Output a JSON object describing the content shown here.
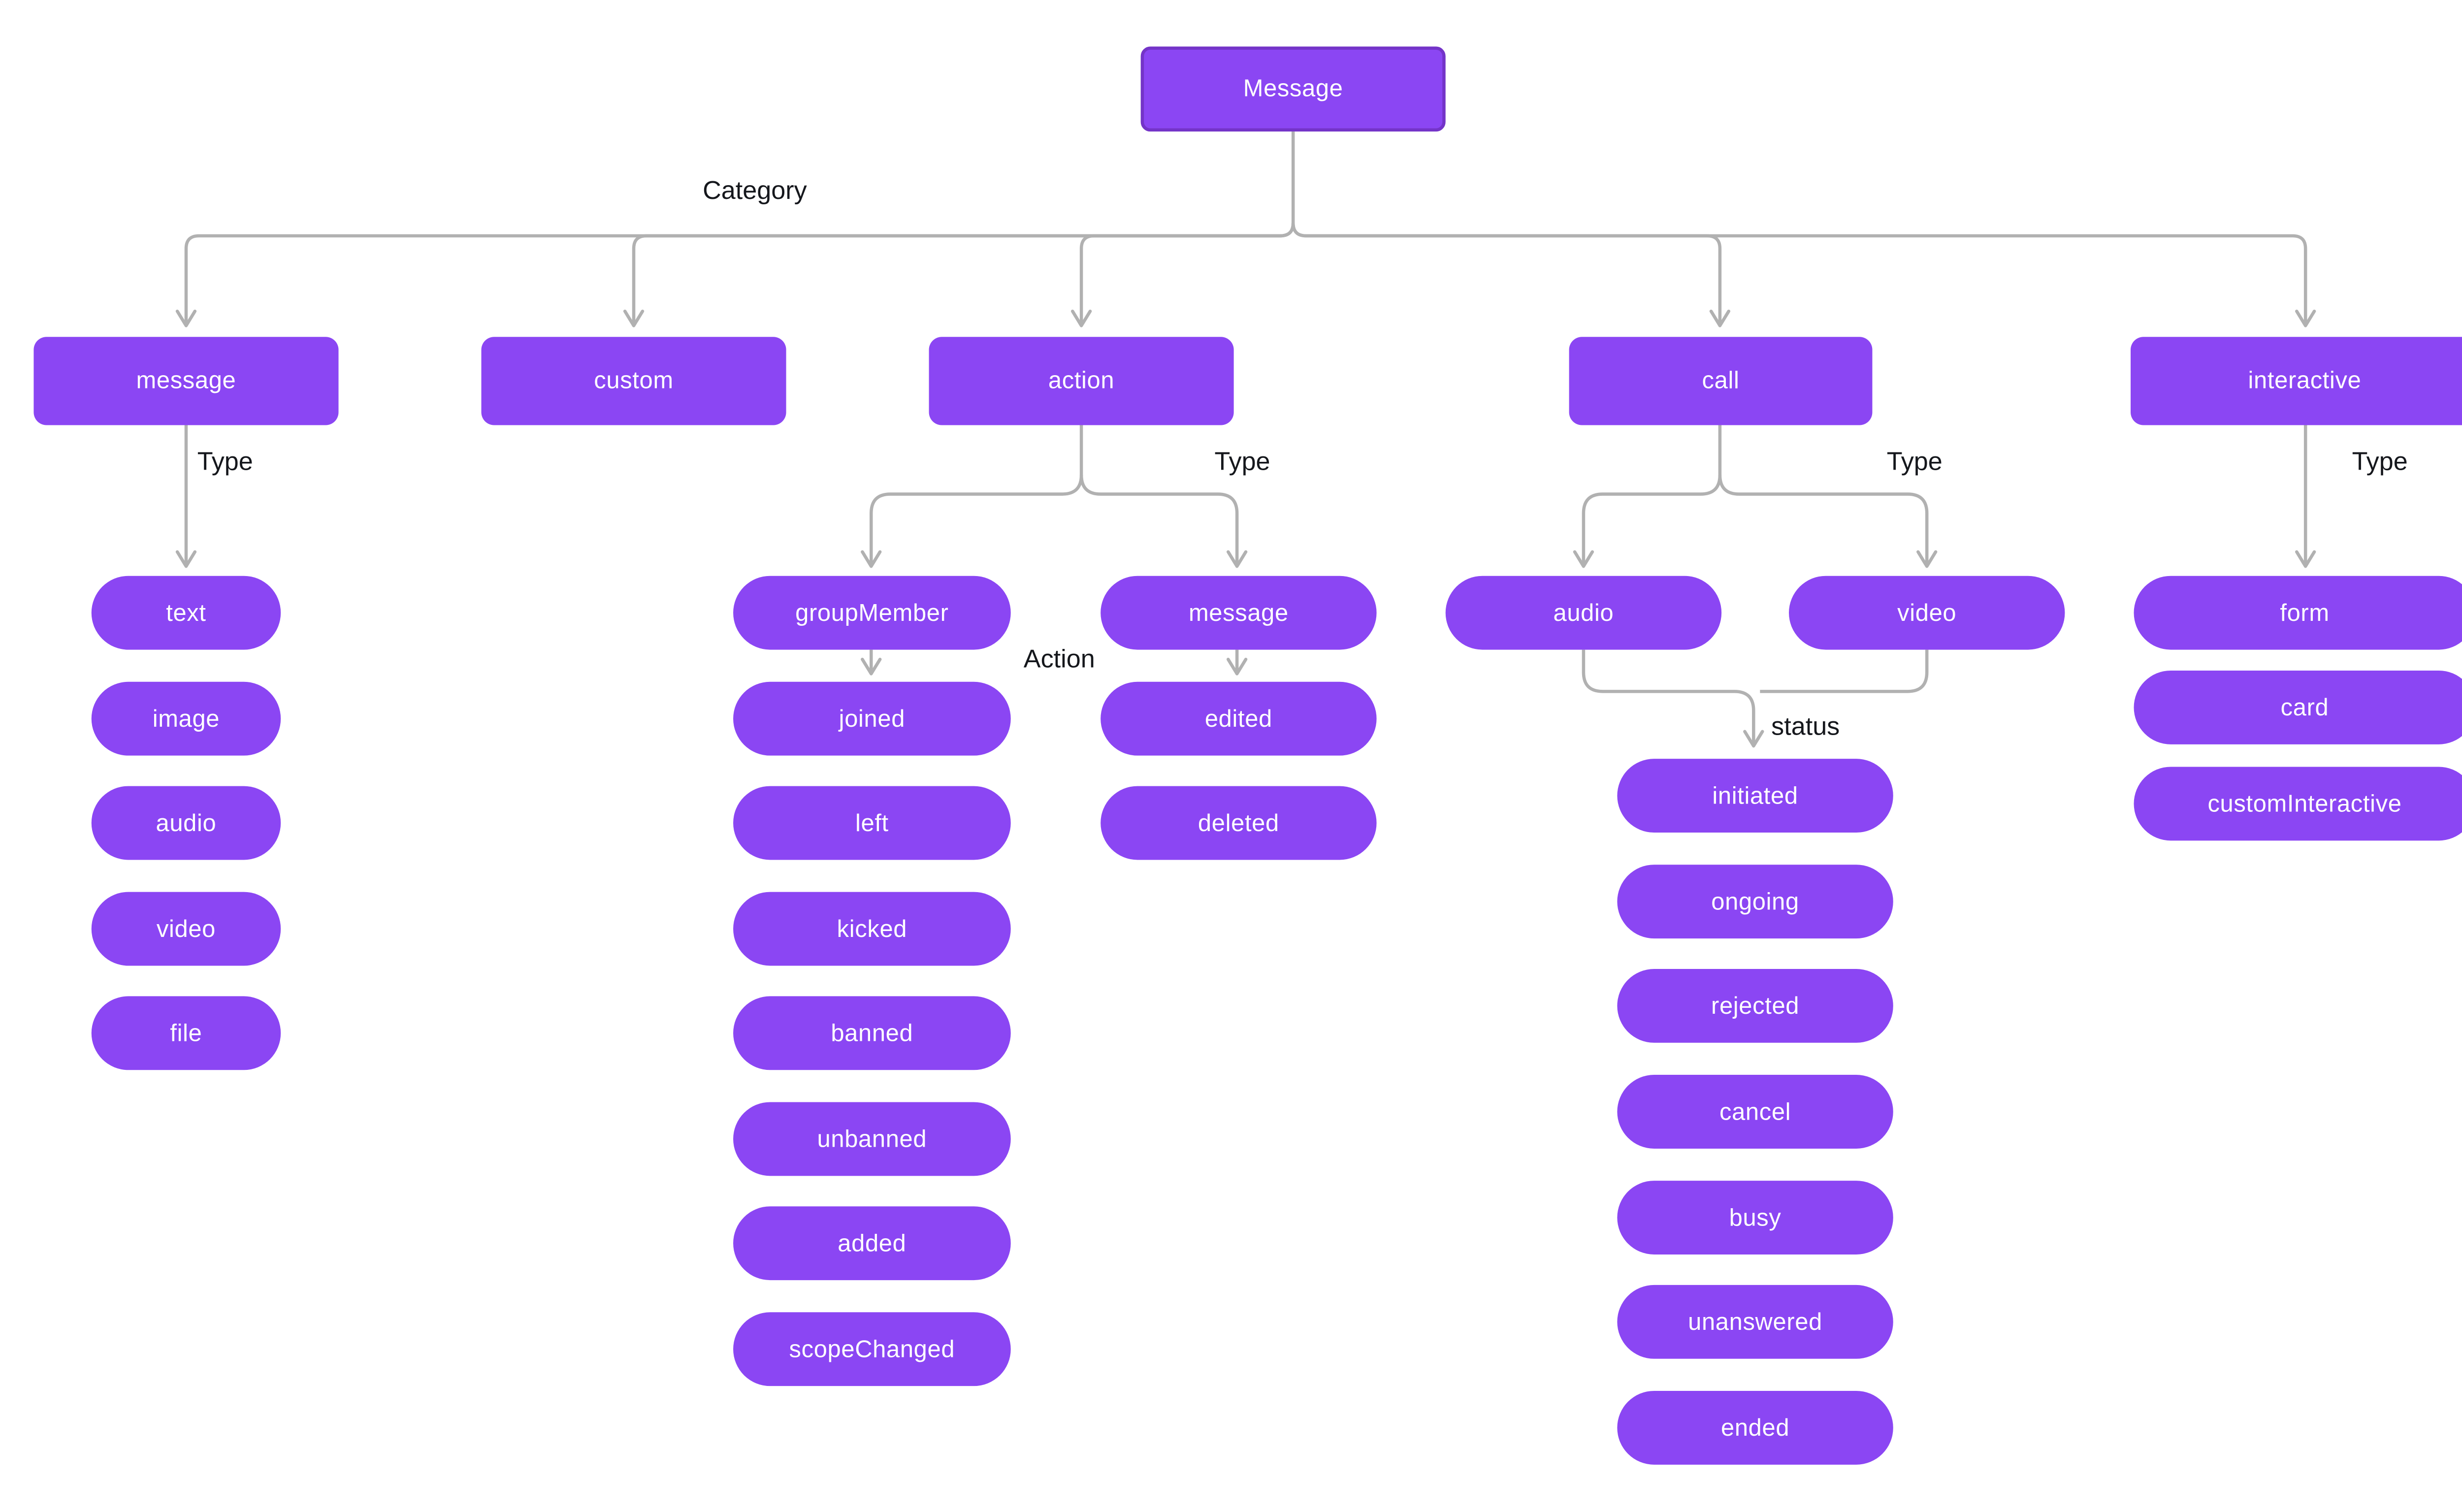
{
  "colors": {
    "node_fill": "#8b46f3",
    "root_border": "#7434c8",
    "edge": "#b1b1b1",
    "label_text": "#15171c",
    "node_text": "#ffffff",
    "bg": "#ffffff"
  },
  "diagram": {
    "root": {
      "label": "Message"
    },
    "labels": {
      "category": "Category",
      "type_message": "Type",
      "type_action": "Type",
      "type_call": "Type",
      "type_interactive": "Type",
      "action": "Action",
      "status": "status"
    },
    "categories": [
      {
        "label": "message"
      },
      {
        "label": "custom"
      },
      {
        "label": "action"
      },
      {
        "label": "call"
      },
      {
        "label": "interactive"
      }
    ],
    "message_types": [
      "text",
      "image",
      "audio",
      "video",
      "file"
    ],
    "action_children": {
      "group_member": {
        "label": "groupMember",
        "actions": [
          "joined",
          "left",
          "kicked",
          "banned",
          "unbanned",
          "added",
          "scopeChanged"
        ]
      },
      "message": {
        "label": "message",
        "actions": [
          "edited",
          "deleted"
        ]
      }
    },
    "call_types": [
      "audio",
      "video"
    ],
    "call_statuses": [
      "initiated",
      "ongoing",
      "rejected",
      "cancel",
      "busy",
      "unanswered",
      "ended"
    ],
    "interactive_types": [
      "form",
      "card",
      "customInteractive"
    ]
  }
}
